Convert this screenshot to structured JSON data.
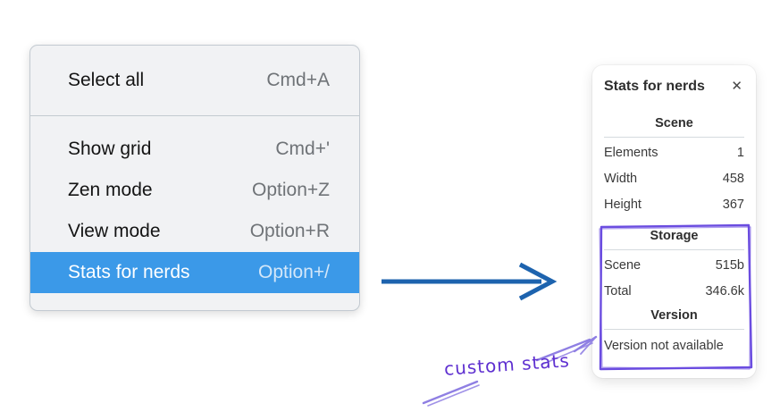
{
  "context_menu": {
    "items": [
      {
        "label": "Select all",
        "shortcut": "Cmd+A"
      },
      {
        "label": "Show grid",
        "shortcut": "Cmd+'"
      },
      {
        "label": "Zen mode",
        "shortcut": "Option+Z"
      },
      {
        "label": "View mode",
        "shortcut": "Option+R"
      },
      {
        "label": "Stats for nerds",
        "shortcut": "Option+/"
      }
    ],
    "highlighted_item": "Stats for nerds"
  },
  "stats_panel": {
    "title": "Stats for nerds",
    "close_glyph": "✕",
    "sections": [
      {
        "heading": "Scene",
        "rows": [
          {
            "label": "Elements",
            "value": "1"
          },
          {
            "label": "Width",
            "value": "458"
          },
          {
            "label": "Height",
            "value": "367"
          }
        ]
      },
      {
        "heading": "Storage",
        "rows": [
          {
            "label": "Scene",
            "value": "515b"
          },
          {
            "label": "Total",
            "value": "346.6k"
          }
        ]
      },
      {
        "heading": "Version",
        "note": "Version not available"
      }
    ]
  },
  "annotations": {
    "label": "custom stats",
    "colors": {
      "menu_highlight": "#3b99e8",
      "blue_arrow": "#1d63ae",
      "purple_ink": "#5e2fd0",
      "purple_stroke": "#8f7fe3",
      "highlight_rect": "#6b4de0"
    }
  }
}
